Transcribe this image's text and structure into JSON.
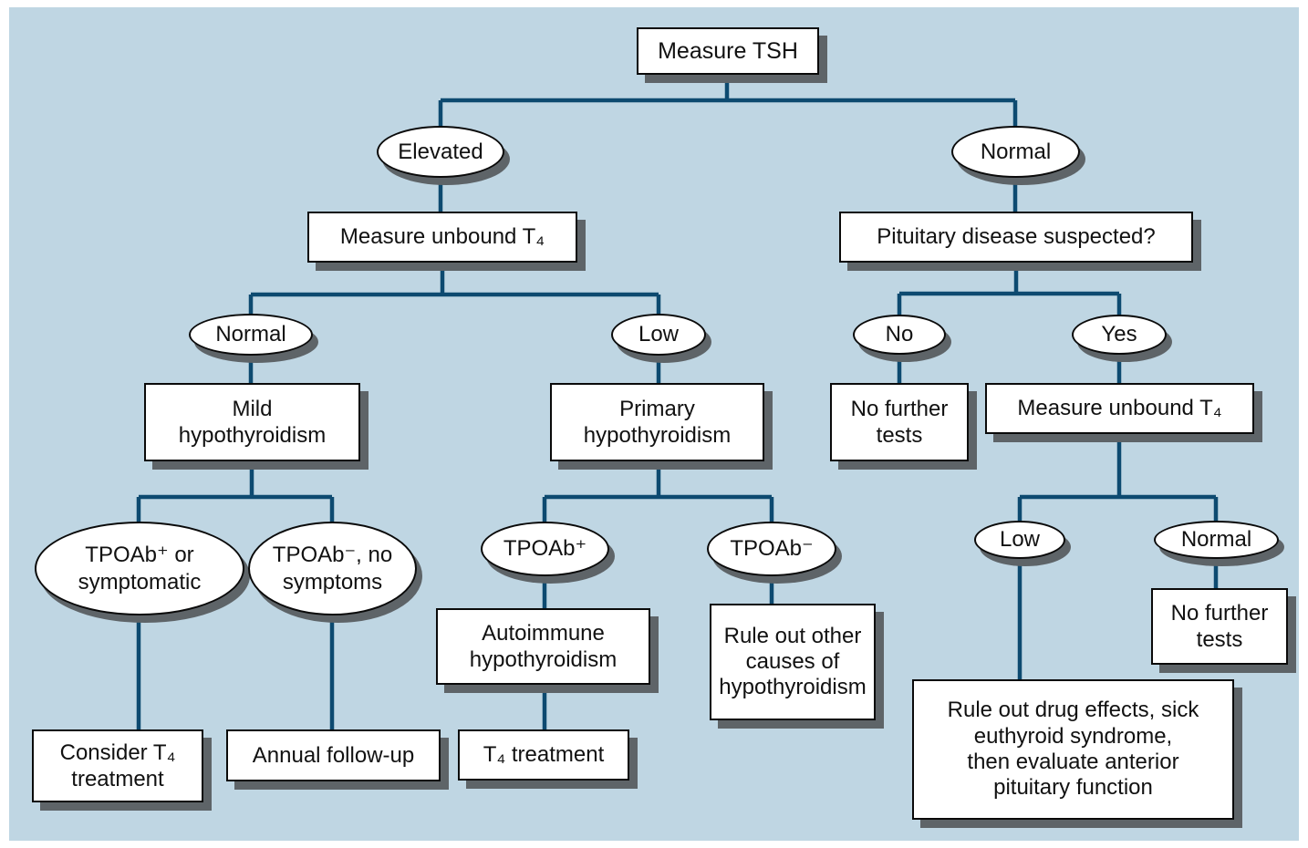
{
  "colors": {
    "canvas_background": "#bfd6e3",
    "page_background": "#ffffff",
    "connector": "#0d4a70",
    "node_fill": "#ffffff",
    "node_border": "#0a0a0a",
    "node_shadow": "#5e6468",
    "text": "#111111"
  },
  "nodes": {
    "measure_tsh": {
      "shape": "rect",
      "label": "Measure TSH"
    },
    "elevated": {
      "shape": "ellipse",
      "label": "Elevated"
    },
    "normal_tsh": {
      "shape": "ellipse",
      "label": "Normal"
    },
    "measure_unbound_t4": {
      "shape": "rect",
      "label": "Measure unbound T₄"
    },
    "pituitary_suspected": {
      "shape": "rect",
      "label": "Pituitary disease suspected?"
    },
    "t4_normal": {
      "shape": "ellipse",
      "label": "Normal"
    },
    "t4_low": {
      "shape": "ellipse",
      "label": "Low"
    },
    "pituitary_no": {
      "shape": "ellipse",
      "label": "No"
    },
    "pituitary_yes": {
      "shape": "ellipse",
      "label": "Yes"
    },
    "mild_hypothyroidism": {
      "shape": "rect",
      "label": "Mild\nhypothyroidism"
    },
    "primary_hypothyroidism": {
      "shape": "rect",
      "label": "Primary\nhypothyroidism"
    },
    "no_further_tests_left": {
      "shape": "rect",
      "label": "No further\ntests"
    },
    "measure_unbound_t4_right": {
      "shape": "rect",
      "label": "Measure unbound T₄"
    },
    "tpoab_pos_symptomatic": {
      "shape": "ellipse",
      "label": "TPOAb⁺ or\nsymptomatic"
    },
    "tpoab_neg_no_symptoms": {
      "shape": "ellipse",
      "label": "TPOAb⁻, no\nsymptoms"
    },
    "tpoab_pos": {
      "shape": "ellipse",
      "label": "TPOAb⁺"
    },
    "tpoab_neg": {
      "shape": "ellipse",
      "label": "TPOAb⁻"
    },
    "unbound_low": {
      "shape": "ellipse",
      "label": "Low"
    },
    "unbound_normal": {
      "shape": "ellipse",
      "label": "Normal"
    },
    "autoimmune_hypothyroidism": {
      "shape": "rect",
      "label": "Autoimmune\nhypothyroidism"
    },
    "rule_out_other_causes": {
      "shape": "rect",
      "label": "Rule out other\ncauses of\nhypothyroidism"
    },
    "no_further_tests_right": {
      "shape": "rect",
      "label": "No further\ntests"
    },
    "consider_t4_treatment": {
      "shape": "rect",
      "label": "Consider T₄\ntreatment"
    },
    "annual_followup": {
      "shape": "rect",
      "label": "Annual follow-up"
    },
    "t4_treatment": {
      "shape": "rect",
      "label": "T₄ treatment"
    },
    "rule_out_drug_effects": {
      "shape": "rect",
      "label": "Rule out drug effects, sick\neuthyroid syndrome,\nthen evaluate anterior\npituitary function"
    }
  },
  "edges": [
    {
      "from": "measure_tsh",
      "to": "elevated"
    },
    {
      "from": "measure_tsh",
      "to": "normal_tsh"
    },
    {
      "from": "elevated",
      "to": "measure_unbound_t4"
    },
    {
      "from": "normal_tsh",
      "to": "pituitary_suspected"
    },
    {
      "from": "measure_unbound_t4",
      "to": "t4_normal"
    },
    {
      "from": "measure_unbound_t4",
      "to": "t4_low"
    },
    {
      "from": "t4_normal",
      "to": "mild_hypothyroidism"
    },
    {
      "from": "t4_low",
      "to": "primary_hypothyroidism"
    },
    {
      "from": "pituitary_suspected",
      "to": "pituitary_no"
    },
    {
      "from": "pituitary_suspected",
      "to": "pituitary_yes"
    },
    {
      "from": "pituitary_no",
      "to": "no_further_tests_left"
    },
    {
      "from": "pituitary_yes",
      "to": "measure_unbound_t4_right"
    },
    {
      "from": "mild_hypothyroidism",
      "to": "tpoab_pos_symptomatic"
    },
    {
      "from": "mild_hypothyroidism",
      "to": "tpoab_neg_no_symptoms"
    },
    {
      "from": "primary_hypothyroidism",
      "to": "tpoab_pos"
    },
    {
      "from": "primary_hypothyroidism",
      "to": "tpoab_neg"
    },
    {
      "from": "tpoab_pos_symptomatic",
      "to": "consider_t4_treatment"
    },
    {
      "from": "tpoab_neg_no_symptoms",
      "to": "annual_followup"
    },
    {
      "from": "tpoab_pos",
      "to": "autoimmune_hypothyroidism"
    },
    {
      "from": "tpoab_neg",
      "to": "rule_out_other_causes"
    },
    {
      "from": "autoimmune_hypothyroidism",
      "to": "t4_treatment"
    },
    {
      "from": "measure_unbound_t4_right",
      "to": "unbound_low"
    },
    {
      "from": "measure_unbound_t4_right",
      "to": "unbound_normal"
    },
    {
      "from": "unbound_normal",
      "to": "no_further_tests_right"
    },
    {
      "from": "unbound_low",
      "to": "rule_out_drug_effects"
    }
  ]
}
